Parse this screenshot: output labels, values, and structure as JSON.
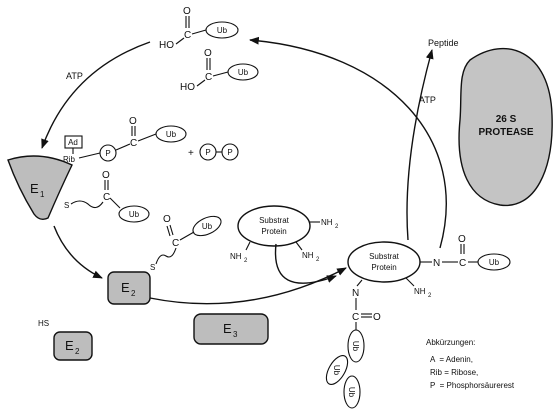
{
  "atp_top": "ATP",
  "atp_right": "ATP",
  "peptide": "Peptide",
  "protease": {
    "line1": "26 S",
    "line2": "PROTEASE"
  },
  "enzymes": {
    "e": "E",
    "e1_sub": "1",
    "e2_sub": "2",
    "e3_sub": "3"
  },
  "free_e2": {
    "prefix": "HS",
    "label": "E",
    "sub": "2"
  },
  "atoms": {
    "ho": "HO",
    "c": "C",
    "o": "O",
    "s": "S",
    "n": "N",
    "nh2": "NH",
    "two": "2",
    "rib": "Rib"
  },
  "ub": "Ub",
  "ad": "Ad",
  "p": "P",
  "plus": "+",
  "substrate1": {
    "line1": "Substrat",
    "line2": "Protein"
  },
  "substrate2": {
    "line1": "Substrat",
    "line2": "Protein"
  },
  "legend": {
    "title": "Abkürzungen:",
    "items": [
      "A  = Adenin,",
      "Rib = Ribose,",
      "P  = Phosphorsäurerest"
    ]
  }
}
